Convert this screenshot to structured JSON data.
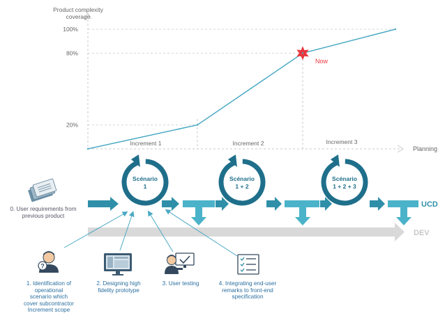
{
  "chart_data": {
    "type": "line",
    "ylabel": "Product complexity coverage",
    "xlabel": "Planning",
    "y_ticks": [
      "100%",
      "80%",
      "20%"
    ],
    "ylim": [
      0,
      100
    ],
    "x": [
      0,
      1,
      2,
      3
    ],
    "values": [
      0,
      20,
      80,
      100
    ],
    "increments": [
      "Increment 1",
      "Increment 2",
      "Increment 3"
    ],
    "now_marker": {
      "label": "Now",
      "value": 80
    }
  },
  "scenarios": [
    {
      "title": "Scénario",
      "sub": "1"
    },
    {
      "title": "Scénario",
      "sub": "1 + 2"
    },
    {
      "title": "Scénario",
      "sub": "1 + 2 + 3"
    }
  ],
  "tracks": {
    "ucd": "UCD",
    "dev": "DEV"
  },
  "steps": {
    "s0": "0. User requirements from previous product",
    "s1": "1. Identification of operational scenario which cover subcontractor Increment scope",
    "s2": "2. Designing high fidelity prototype",
    "s3": "3. User testing",
    "s4": "4. Integrating end-user remarks to front-end specification"
  },
  "icons": {
    "s0": "documents-icon",
    "s1": "user-question-icon",
    "s2": "monitor-prototype-icon",
    "s3": "user-testing-icon",
    "s4": "checklist-icon"
  },
  "colors": {
    "teal": "#2f8fa8",
    "teal_light": "#4bb3c9",
    "grid": "#c9c9c9",
    "now": "#e8373e",
    "dev": "#d5d5d5",
    "text_blue": "#2a6fa0"
  }
}
